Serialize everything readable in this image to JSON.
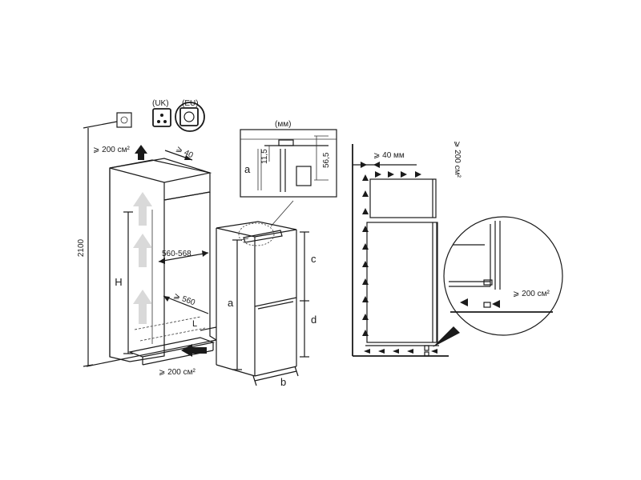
{
  "labels": {
    "vent_top_area": "⩾ 200 см²",
    "vent_bottom_area": "⩾ 200 см²",
    "top_gap": "⩾ 40",
    "niche_height": "2100",
    "width_range": "560-568",
    "depth_min": "⩾ 560",
    "H": "H",
    "L": "L",
    "a": "a",
    "b": "b",
    "c": "c",
    "d": "d",
    "detail_unit": "(мм)",
    "detail_a": "a",
    "detail_dim_1": "11,5",
    "detail_dim_2": "56,5",
    "side_top_gap": "⩾ 40 мм",
    "side_vent_area": "⩾ 200 см²",
    "zoom_vent_area": "⩾ 200 см²",
    "uk_badge": "(UK)",
    "eu_badge": "(EU)"
  },
  "icons": [
    "socket-icon",
    "uk-plug-icon",
    "eu-plug-icon",
    "airflow-arrow-icon"
  ]
}
